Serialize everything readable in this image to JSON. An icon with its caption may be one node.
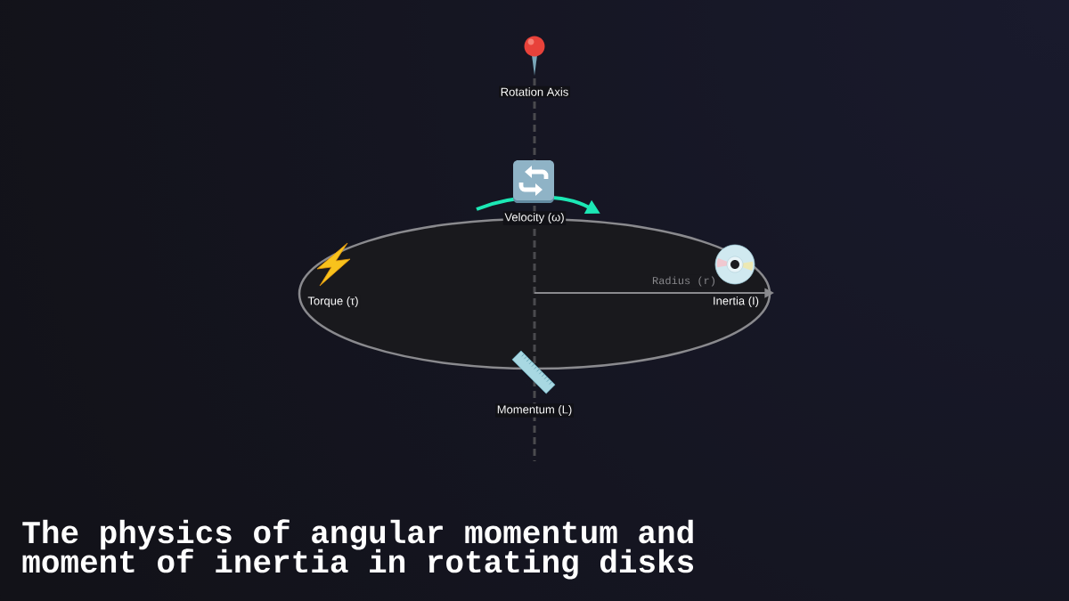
{
  "diagram": {
    "title": "The physics of angular momentum and moment of inertia in rotating disks",
    "labels": [
      "Rotation Axis",
      "Velocity (ω)",
      "Torque (τ)",
      "Radius (r)",
      "Inertia (I)",
      "Momentum (L)"
    ]
  }
}
